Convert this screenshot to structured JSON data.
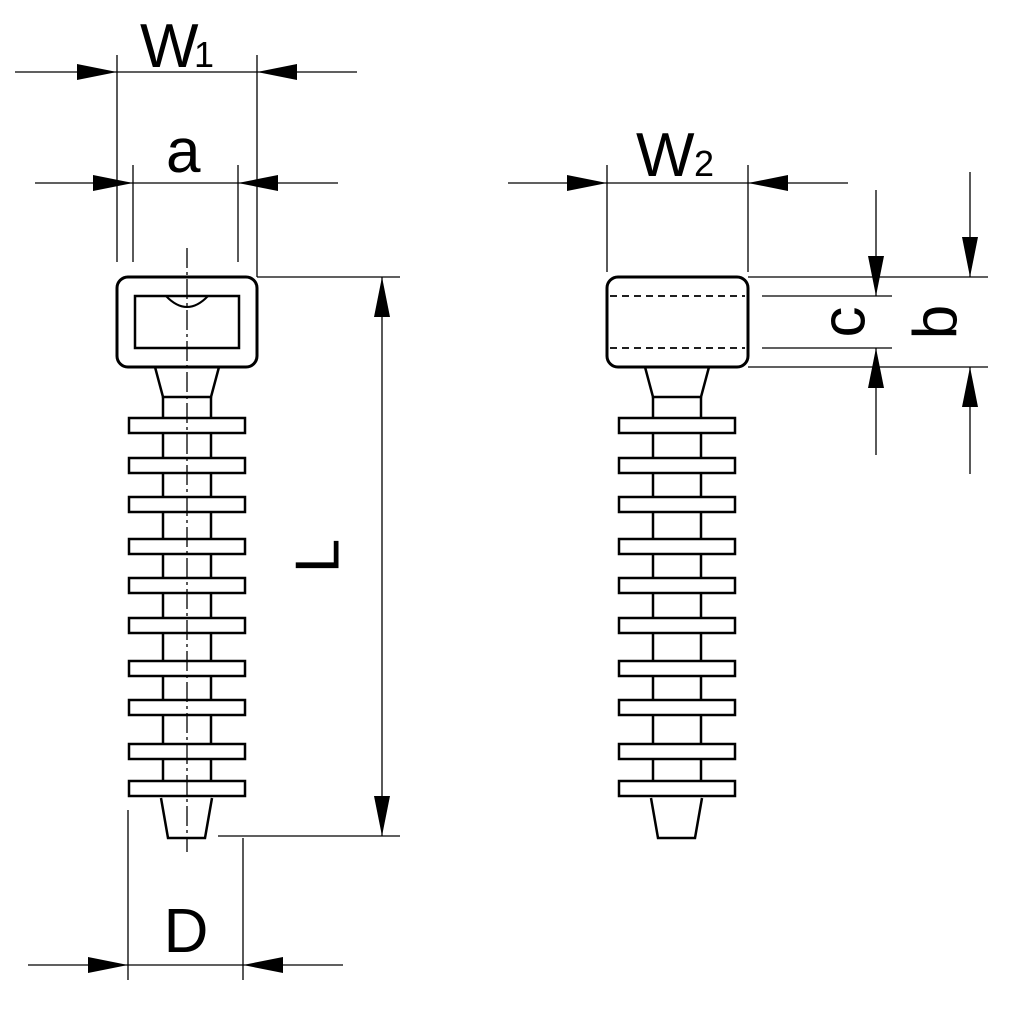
{
  "labels": {
    "w1": "W",
    "w1_sub": "1",
    "a": "a",
    "w2": "W",
    "w2_sub": "2",
    "c": "c",
    "b": "b",
    "l": "L",
    "d": "D"
  },
  "colors": {
    "line": "#000000",
    "background": "#ffffff"
  },
  "parts": {
    "fin_count": 10
  }
}
